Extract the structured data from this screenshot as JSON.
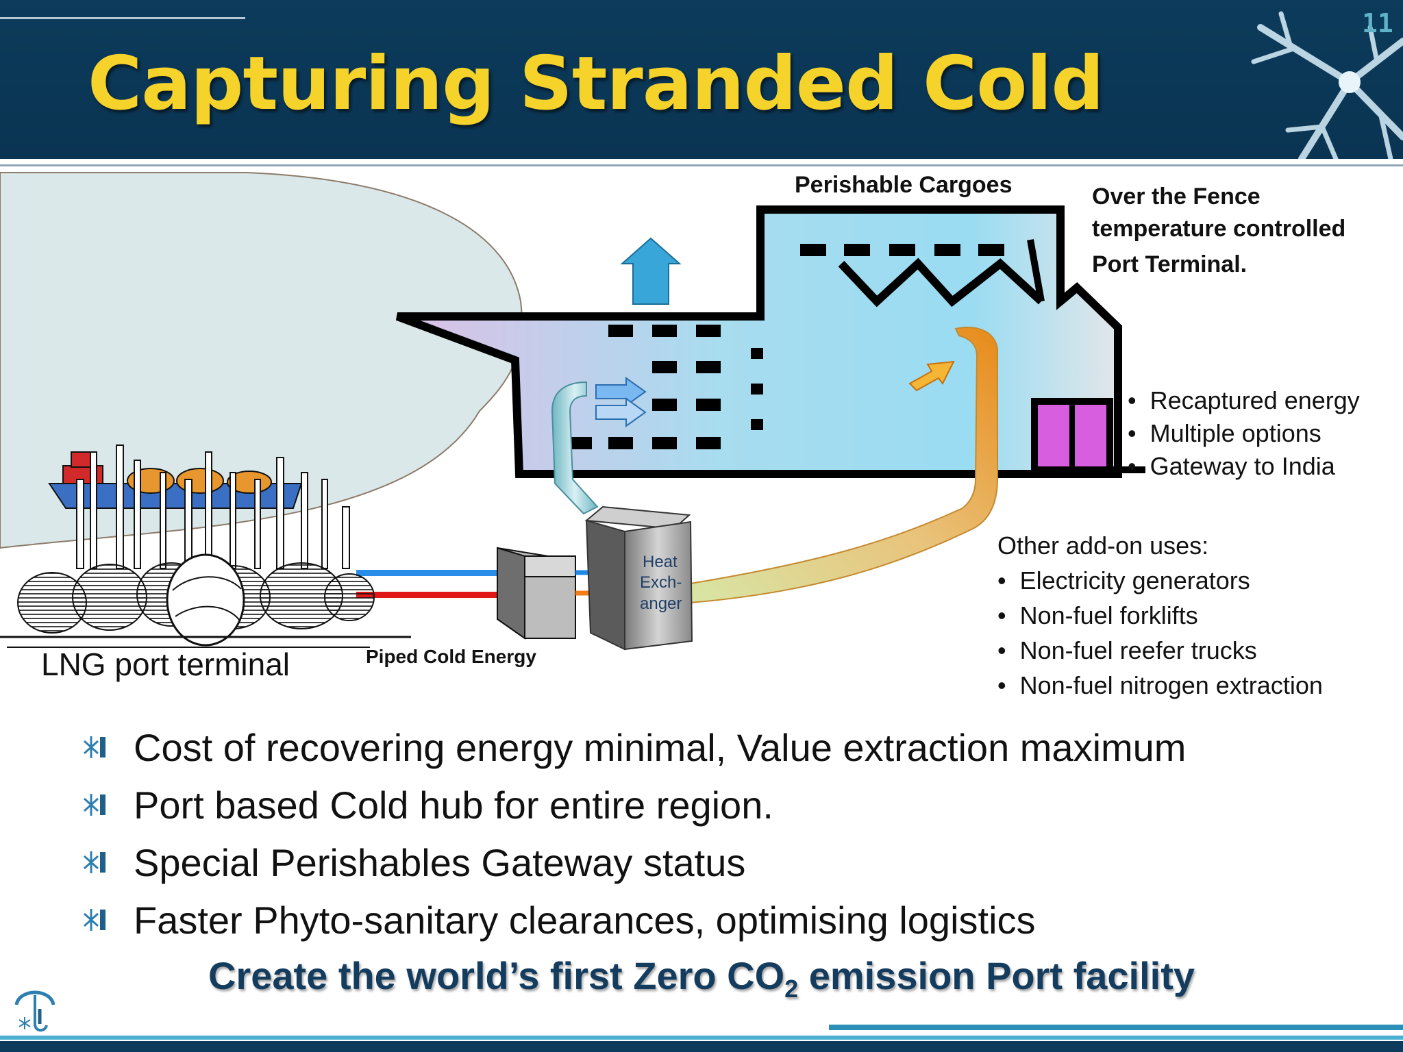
{
  "header": {
    "title": "Capturing Stranded Cold",
    "slide_number": "11"
  },
  "diagram": {
    "perishable_cargoes": "Perishable Cargoes",
    "terminal_line1": "Over the Fence",
    "terminal_line2": "temperature controlled",
    "terminal_line3": "Port Terminal.",
    "terminal_bullets": [
      "Recaptured energy",
      "Multiple options",
      "Gateway to India"
    ],
    "addon_title": "Other add-on uses:",
    "addon_items": [
      "Electricity generators",
      "Non-fuel forklifts",
      "Non-fuel reefer trucks",
      "Non-fuel nitrogen extraction"
    ],
    "lng_label": "LNG port terminal",
    "piped_label": "Piped Cold Energy",
    "hx_line1": "Heat",
    "hx_line2": "Exch-",
    "hx_line3": "anger"
  },
  "bullets": [
    "Cost of recovering energy minimal, Value extraction maximum",
    "Port based Cold hub for entire region.",
    "Special Perishables Gateway status",
    "Faster Phyto-sanitary clearances, optimising logistics"
  ],
  "cta": {
    "prefix": "Create the world’s first Zero CO",
    "subscript": "2",
    "suffix": " emission Port facility"
  },
  "colors": {
    "header_bg": "#0c3b5b",
    "title": "#f6d32a",
    "cta": "#143c5e",
    "accent_blue": "#2b8fb8"
  }
}
